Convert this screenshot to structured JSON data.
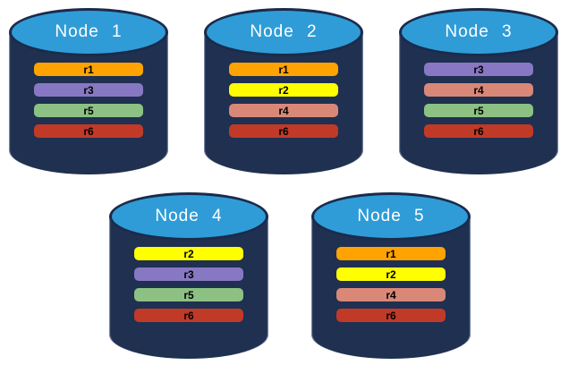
{
  "diagram": {
    "background": "#FFFFFF",
    "cylinder": {
      "body_color": "#1F3050",
      "top_color": "#2F9CD7",
      "outline_color": "#1A2B4C",
      "title_color": "#FFFFFF"
    },
    "replica_colors": {
      "r1": "#FFA302",
      "r2": "#FFFF00",
      "r3": "#8878C3",
      "r4": "#D98878",
      "r5": "#8DC183",
      "r6": "#C13A28"
    },
    "nodes": [
      {
        "label": "Node 1",
        "replicas": [
          "r1",
          "r3",
          "r5",
          "r6"
        ]
      },
      {
        "label": "Node 2",
        "replicas": [
          "r1",
          "r2",
          "r4",
          "r6"
        ]
      },
      {
        "label": "Node 3",
        "replicas": [
          "r3",
          "r4",
          "r5",
          "r6"
        ]
      },
      {
        "label": "Node 4",
        "replicas": [
          "r2",
          "r3",
          "r5",
          "r6"
        ]
      },
      {
        "label": "Node 5",
        "replicas": [
          "r1",
          "r2",
          "r4",
          "r6"
        ]
      }
    ]
  }
}
